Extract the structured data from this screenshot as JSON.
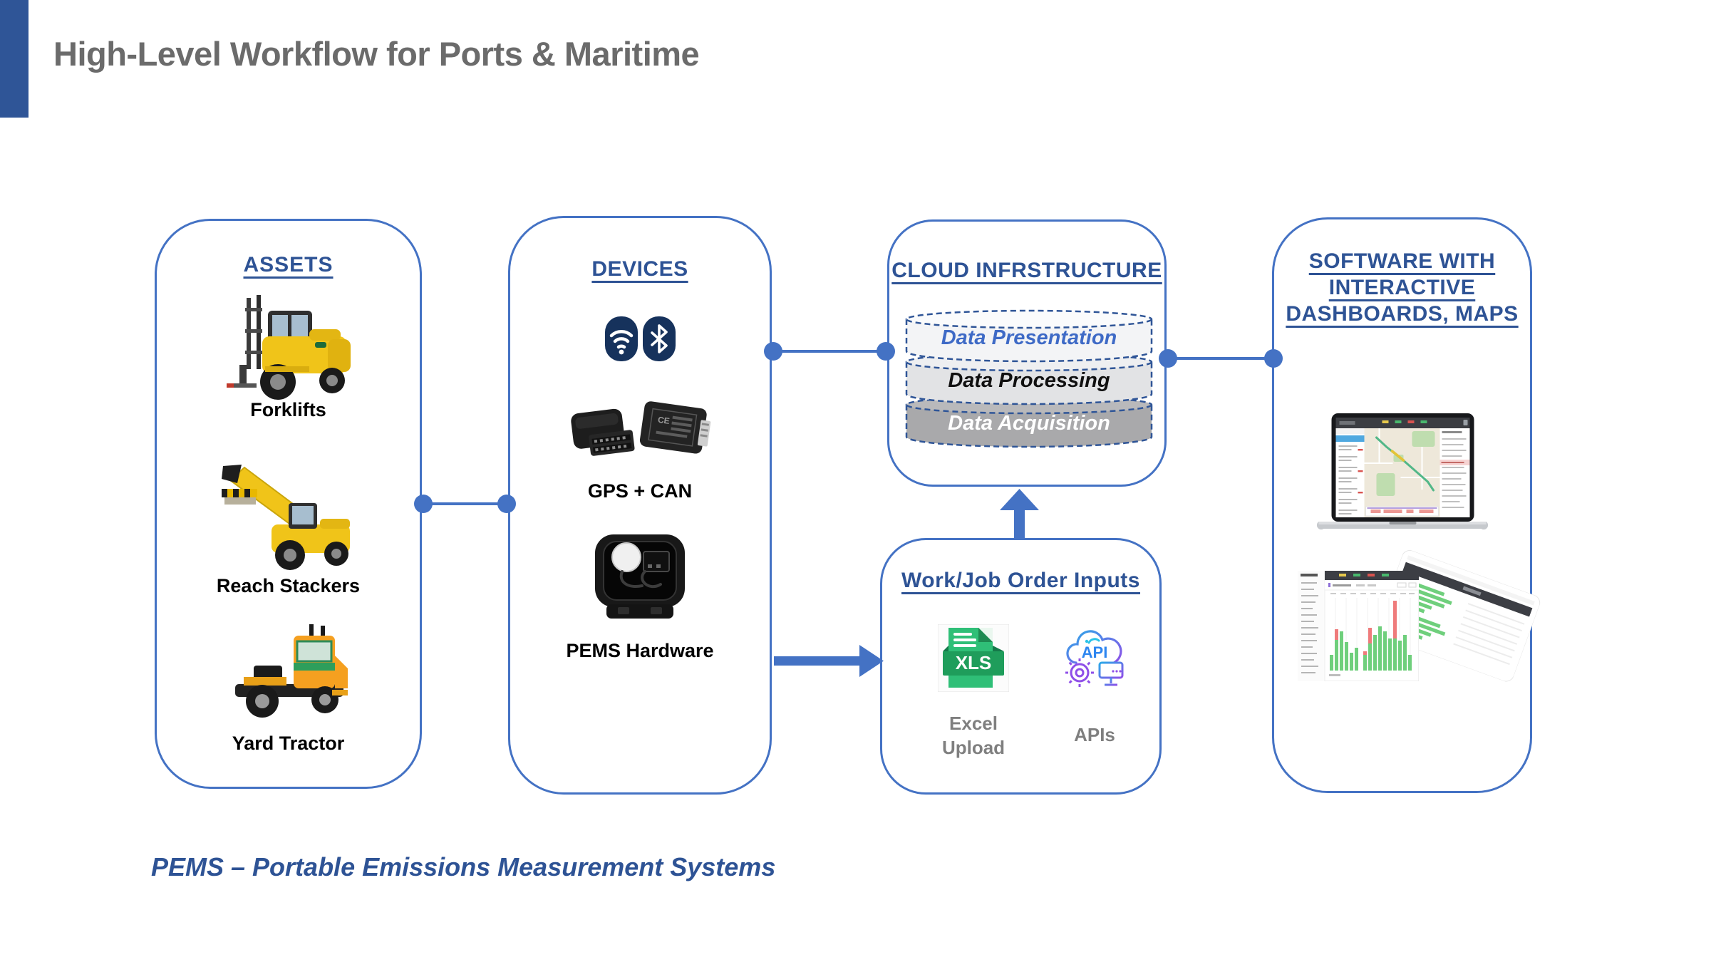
{
  "slide": {
    "title": "High-Level Workflow for Ports & Maritime",
    "footnote": "PEMS – Portable Emissions Measurement Systems"
  },
  "colors": {
    "accent_bar": "#2F5597",
    "panel_border": "#4472C4",
    "connector": "#4472C4",
    "heading_text": "#2E5395",
    "title_text": "#6B6B6B",
    "item_label_text": "#000000",
    "muted_label_text": "#7F7F7F",
    "radio_icon_bg": "#16325C",
    "xls_green": "#21A366",
    "api_gradient_start": "#2BA9E8",
    "api_gradient_end": "#8F4FE8"
  },
  "icons": [
    "wifi-icon",
    "bluetooth-icon",
    "xls-file-icon",
    "api-cloud-icon"
  ],
  "panels": {
    "assets": {
      "header": "ASSETS",
      "items": [
        {
          "name": "forklift",
          "label": "Forklifts"
        },
        {
          "name": "reach-stacker",
          "label": "Reach Stackers"
        },
        {
          "name": "yard-tractor",
          "label": "Yard Tractor"
        }
      ]
    },
    "devices": {
      "header": "DEVICES",
      "items": [
        {
          "name": "gps-can-trackers",
          "label": "GPS + CAN"
        },
        {
          "name": "pems-hardware",
          "label": "PEMS Hardware"
        }
      ]
    },
    "cloud": {
      "header": "CLOUD INFRSTRUCTURE",
      "layers": [
        {
          "label": "Data Presentation",
          "fill": "#F3F4F6",
          "top_fill": "#FAFBFC",
          "text_color": "#3E6AC6"
        },
        {
          "label": "Data Processing",
          "fill": "#E2E3E5",
          "top_fill": "#EEEFF1",
          "text_color": "#101010"
        },
        {
          "label": "Data Acquisition",
          "fill": "#A9A9AB",
          "top_fill": "#B9B9BB",
          "text_color": "#FFFFFF"
        }
      ]
    },
    "work_order": {
      "header": "Work/Job Order Inputs",
      "items": [
        {
          "name": "excel-upload",
          "label": "Excel Upload",
          "badge": "XLS"
        },
        {
          "name": "apis",
          "label": "APIs",
          "badge": "API"
        }
      ]
    },
    "software": {
      "header_lines": [
        "SOFTWARE WITH",
        "INTERACTIVE",
        "DASHBOARDS, MAPS"
      ]
    }
  }
}
